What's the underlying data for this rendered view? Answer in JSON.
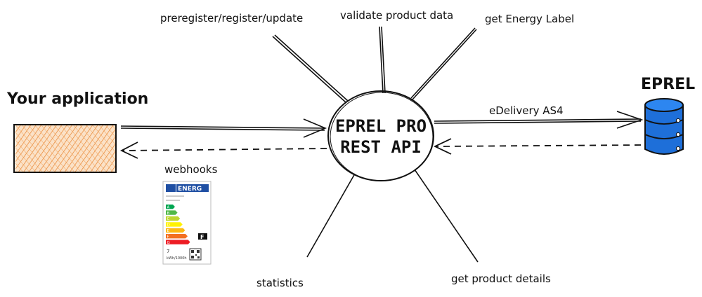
{
  "labels": {
    "your_application": "Your application",
    "center_line1": "EPREL PRO",
    "center_line2": "REST API",
    "eprel": "EPREL",
    "edelivery": "eDelivery AS4",
    "webhooks": "webhooks",
    "preregister": "preregister/register/update",
    "validate": "validate product data",
    "get_label": "get Energy Label",
    "statistics": "statistics",
    "product_details": "get product details"
  },
  "energy_label": {
    "header": "ENERG",
    "classes": [
      "A",
      "B",
      "C",
      "D",
      "E",
      "F",
      "G"
    ],
    "highlighted_class": "F",
    "kwh_value": "7",
    "kwh_unit": "kWh/1000h"
  },
  "colors": {
    "app_fill": "#f4a460",
    "app_hatch": "#e8832e",
    "db_blue": "#1e6fd9",
    "label_scale": [
      "#00a651",
      "#50b848",
      "#bed630",
      "#fff200",
      "#fdb913",
      "#f37021",
      "#ed1c24"
    ],
    "eu_blue": "#1f4fa3"
  }
}
